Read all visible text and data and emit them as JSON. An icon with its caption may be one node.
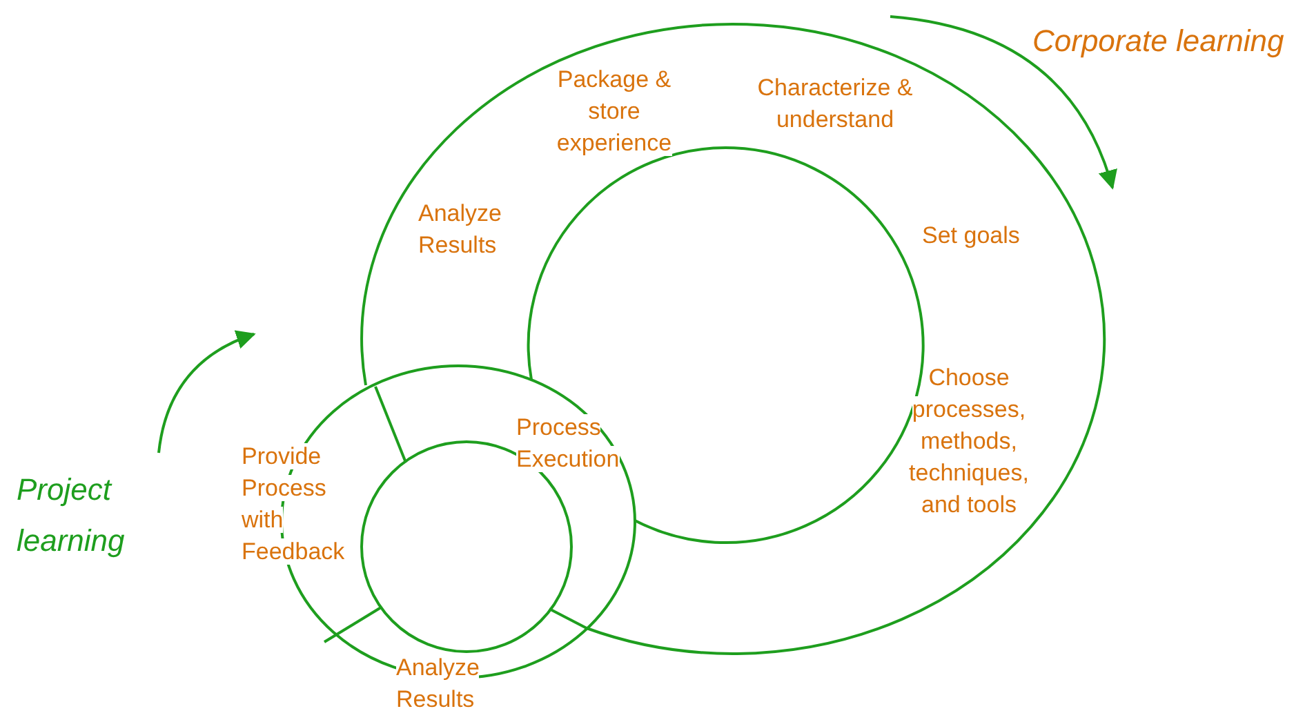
{
  "diagram": {
    "labels": [
      "Package & store experience",
      "Characterize & understand",
      "Corporate learning",
      "Analyze Results",
      "Set goals",
      "Choose processes, methods, techniques, and tools",
      "Process Execution",
      "Provide Process with Feedback",
      "Project learning",
      "Analyze Results"
    ]
  }
}
